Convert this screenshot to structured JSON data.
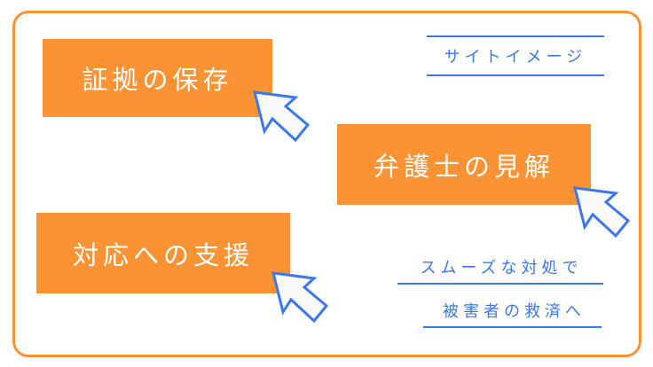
{
  "labels": {
    "site_image": "サイトイメージ",
    "box1": "証拠の保存",
    "box2": "弁護士の見解",
    "box3": "対応への支援",
    "caption1": "スムーズな対処で",
    "caption2": "被害者の救済へ"
  },
  "colors": {
    "accent": "#fb9233",
    "blue": "#3b78f0"
  },
  "icons": [
    "cursor-arrow-icon"
  ]
}
